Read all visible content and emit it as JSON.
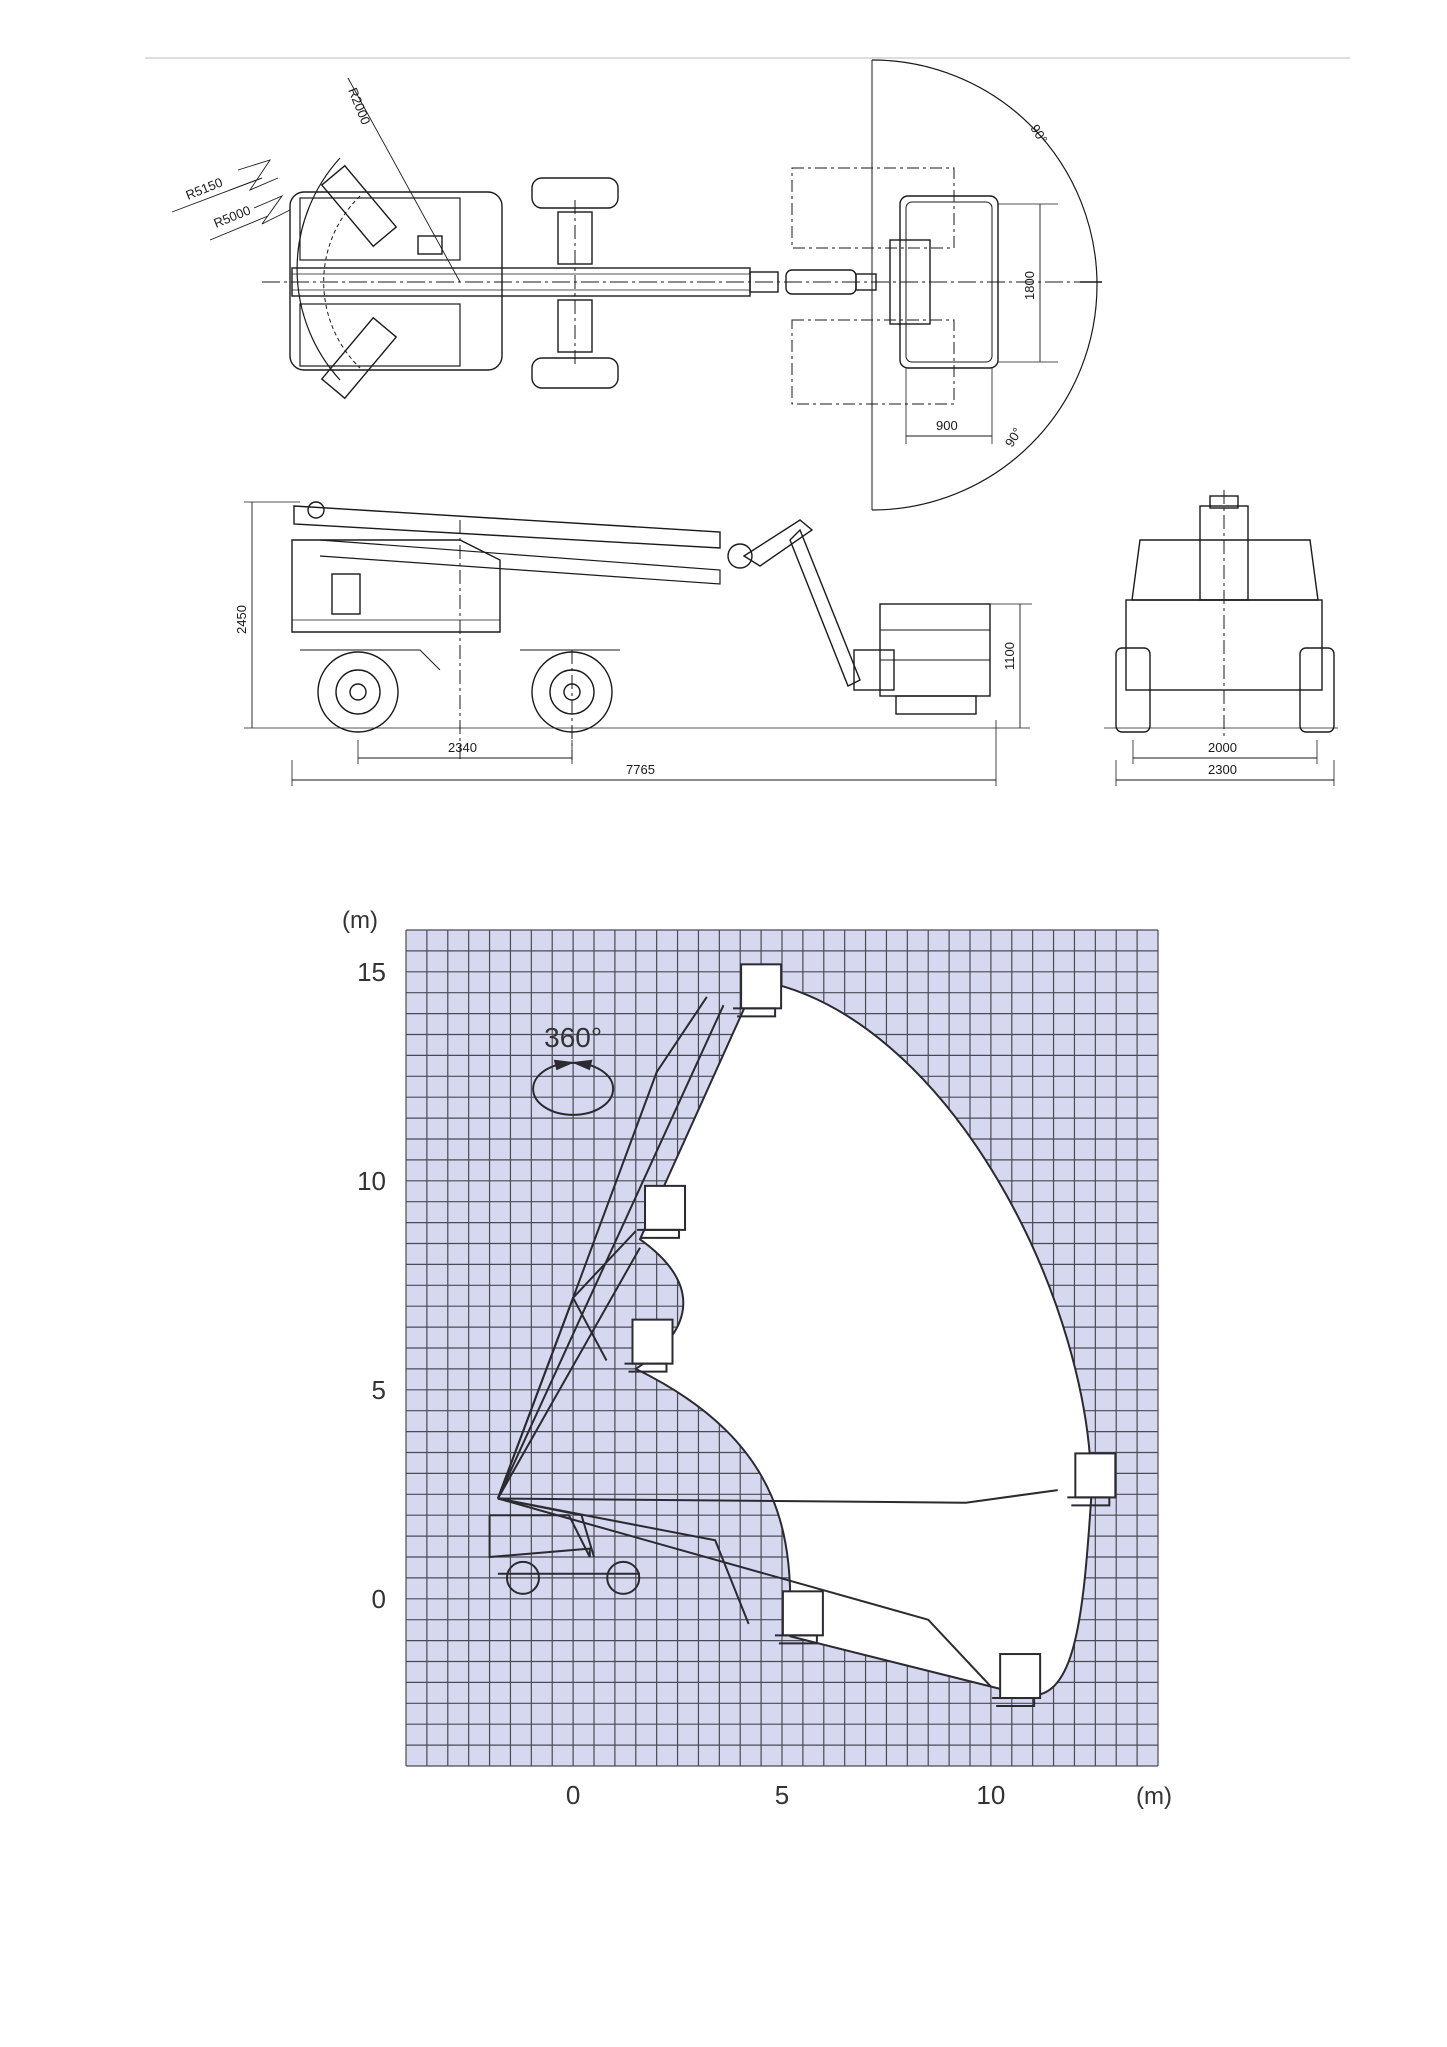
{
  "colors": {
    "line": "#1a1a1a",
    "light_line": "#555555",
    "grid_fill": "#d5d8ee",
    "grid_line": "#4a4a55",
    "envelope_fill": "#ffffff",
    "rule": "#dddddd"
  },
  "top_view": {
    "labels": {
      "r2000": "R2000",
      "r5150": "R5150",
      "r5000": "R5000",
      "angle_top": "90°",
      "angle_bottom": "90°",
      "width_1800": "1800",
      "width_900": "900"
    }
  },
  "side_view": {
    "labels": {
      "height_2450": "2450",
      "height_1100": "1100",
      "wheelbase_2340": "2340",
      "length_7765": "7765"
    }
  },
  "rear_view": {
    "labels": {
      "track_2000": "2000",
      "width_2300": "2300"
    }
  },
  "reach_chart": {
    "unit_y": "(m)",
    "unit_x": "(m)",
    "rotation_label": "360°",
    "x_range": [
      -4,
      14
    ],
    "y_range": [
      -4,
      16
    ],
    "x_ticks": [
      {
        "value": 0,
        "label": "0"
      },
      {
        "value": 5,
        "label": "5"
      },
      {
        "value": 10,
        "label": "10"
      }
    ],
    "y_ticks": [
      {
        "value": 15,
        "label": "15"
      },
      {
        "value": 10,
        "label": "10"
      },
      {
        "value": 5,
        "label": "5"
      },
      {
        "value": 0,
        "label": "0"
      }
    ]
  }
}
